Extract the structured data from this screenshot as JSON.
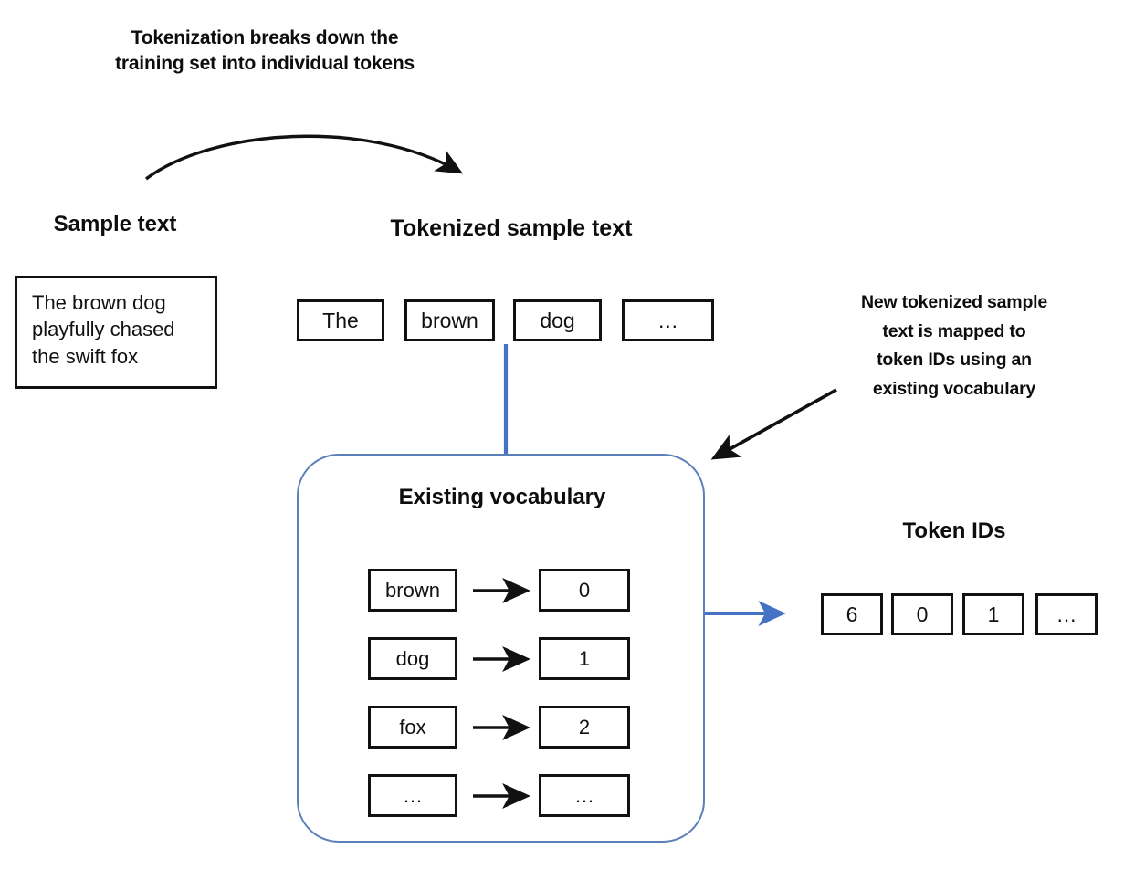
{
  "diagram": {
    "title_annotation": {
      "lines": [
        "Tokenization breaks down the",
        "training set into individual tokens"
      ]
    },
    "mapping_annotation": {
      "lines": [
        "New tokenized sample",
        "text is mapped to",
        "token IDs using an",
        "existing vocabulary"
      ]
    },
    "sample_section": {
      "heading": "Sample text",
      "text": "The brown dog playfully chased the swift fox"
    },
    "tokenized_section": {
      "heading": "Tokenized sample text",
      "tokens": [
        "The",
        "brown",
        "dog",
        "…"
      ]
    },
    "vocabulary_section": {
      "heading": "Existing vocabulary",
      "entries": [
        {
          "word": "brown",
          "id": "0"
        },
        {
          "word": "dog",
          "id": "1"
        },
        {
          "word": "fox",
          "id": "2"
        },
        {
          "word": "…",
          "id": "…"
        }
      ]
    },
    "token_ids_section": {
      "heading": "Token IDs",
      "ids": [
        "6",
        "0",
        "1",
        "…"
      ]
    },
    "colors": {
      "ink": "#111111",
      "accent_blue": "#4472c4",
      "panel_border": "#5b7fb9",
      "background": "#ffffff"
    }
  }
}
